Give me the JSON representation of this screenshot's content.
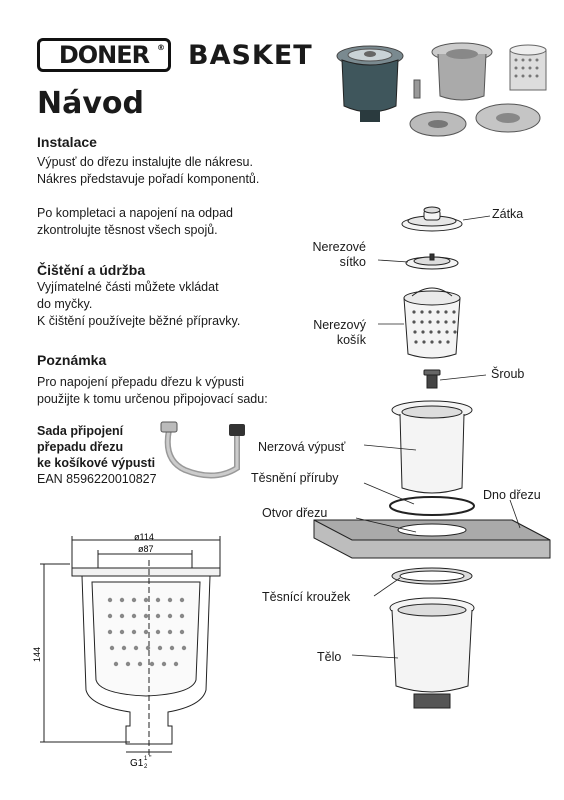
{
  "header": {
    "brand": "DONER",
    "brand_mark": "®",
    "product": "BASKET",
    "doc_title": "Návod"
  },
  "sections": {
    "install": {
      "heading": "Instalace",
      "p1": "Výpusť do dřezu instalujte dle nákresu.\nNákres představuje pořadí komponentů.",
      "p2": "Po kompletaci a napojení na odpad\nzkontrolujte těsnost všech spojů."
    },
    "cleaning": {
      "heading": "Čištění a údržba",
      "p1": "Vyjímatelné části můžete vkládat\ndo myčky.\nK čištění používejte běžné přípravky."
    },
    "note": {
      "heading": "Poznámka",
      "p1": "Pro napojení přepadu dřezu k výpusti\npoužijte k tomu určenou připojovací sadu:"
    },
    "kit": {
      "name": "Sada připojení\npřepadu dřezu\nke košíkové výpusti",
      "ean": "EAN 8596220010827"
    }
  },
  "parts": {
    "zatka": "Zátka",
    "sitko": "Nerezové\nsítko",
    "kosik": "Nerezový\nkošík",
    "sroub": "Šroub",
    "vypust": "Nerzová výpusť",
    "tesneni_priruby": "Těsnění příruby",
    "dno_drezu": "Dno dřezu",
    "otvor_drezu": "Otvor dřezu",
    "tesnici_krouzek": "Těsnící kroužek",
    "telo": "Tělo"
  },
  "drawing": {
    "dim_outer": "ø114",
    "dim_inner": "ø87",
    "dim_height": "144",
    "thread": "G1",
    "thread_frac_num": "1",
    "thread_frac_den": "2",
    "thread_mark": "\""
  }
}
